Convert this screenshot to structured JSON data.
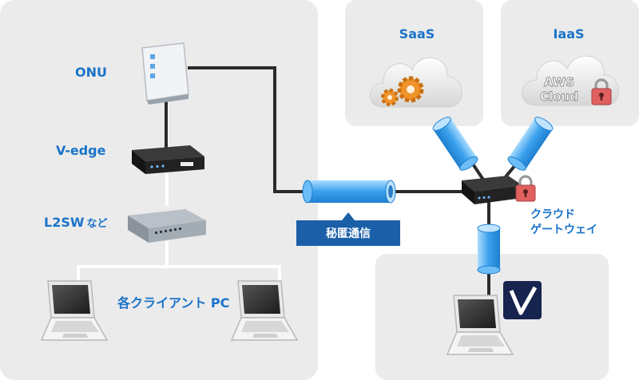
{
  "nodes": {
    "onu": "ONU",
    "vedge": "V-edge",
    "l2sw_main": "L2SW",
    "l2sw_suffix": "など",
    "clients": "各クライアント PC",
    "saas": "SaaS",
    "iaas": "IaaS",
    "aws_line1": "AWS",
    "aws_line2": "Cloud",
    "gateway_line1": "クラウド",
    "gateway_line2": "ゲートウェイ",
    "secure_channel": "秘匿通信"
  },
  "colors": {
    "panel": "#ebebeb",
    "label": "#1a73c9",
    "tunnel": "#3aa0ec",
    "badge": "#1b5fa8",
    "lock": "#e06060",
    "line_dark": "#2b2b2b",
    "line_white": "#ffffff"
  }
}
